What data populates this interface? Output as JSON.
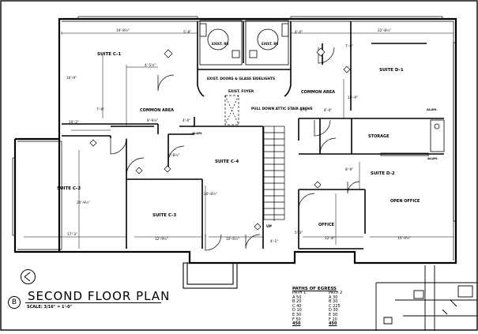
{
  "plan": {
    "title": "SECOND FLOOR PLAN",
    "bubble": "B",
    "scale": "SCALE: 3/16\" = 1'-0\"",
    "rooms": {
      "suite_c1": "SUITE C-1",
      "suite_c2": "SUITE C-2",
      "suite_c3": "SUITE C-3",
      "suite_c4": "SUITE C-4",
      "suite_d1": "SUITE D-1",
      "suite_d2": "SUITE D-2",
      "common_left": "COMMON AREA",
      "common_right": "COMMON AREA",
      "storage": "STORAGE",
      "office": "OFFICE",
      "open_office": "OPEN OFFICE",
      "foyer": "EXIST. FOYER",
      "exist_doors": "EXIST. DOORS & GLASS SIDELIGHTS",
      "attic": "PULL DOWN ATTIC STAIR ABOVE",
      "rr_left": "EXIST. RR",
      "rr_right": "EXIST. RR",
      "up": "UP",
      "alum1": "ALUM.",
      "alum2": "ALUM.",
      "alum3": "ALUM."
    },
    "dims": {
      "d1": "19'-8½\"",
      "d2": "5'-8\"",
      "d3": "4'-0\"",
      "d4": "22'-8½\"",
      "d5": "16'-9\"",
      "d6": "7'-9\"",
      "d7": "4'-5½\"",
      "d8": "10'-2\"",
      "d9": "7'-9\"",
      "d10": "8'-9½\"",
      "d11": "4'-0\"",
      "d12": "4'-0\"",
      "d13": "8'-0\"",
      "d14": "10'-9\"",
      "d15": "20'-9½\"",
      "d16": "17'-3\"",
      "d17": "12'-9½\"",
      "d18": "10'-6½\"",
      "d19": "4'-1\"",
      "d20": "12'-8\"",
      "d21": "15'-4½\"",
      "d22": "20'-8½\"",
      "d23": "9'-8½\"",
      "d24": "8'-9\"",
      "d25": "5'-3\""
    },
    "egress": {
      "heading": "PATHS OF EGRESS",
      "path1_label": "PATH 1",
      "path2_label": "PATH 2",
      "path1": [
        [
          "A",
          "50"
        ],
        [
          "B",
          "20"
        ],
        [
          "C",
          "40"
        ],
        [
          "D",
          "10"
        ],
        [
          "E",
          "30"
        ],
        [
          "F",
          "50"
        ]
      ],
      "path2": [
        [
          "A",
          "30"
        ],
        [
          "B",
          "30"
        ],
        [
          "C",
          "225"
        ],
        [
          "D",
          "30"
        ],
        [
          "E",
          "30"
        ],
        [
          "F",
          "20"
        ]
      ],
      "total1": "450",
      "total2": "450"
    }
  },
  "colors": {
    "ink": "#000000",
    "paper": "#ffffff"
  }
}
